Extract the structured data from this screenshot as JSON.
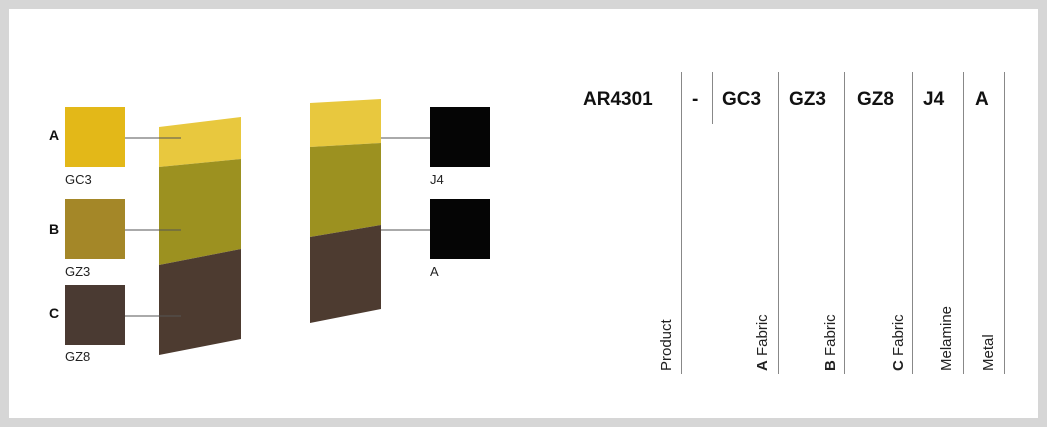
{
  "colors": {
    "gc3": "#e3b818",
    "gz3": "#a48728",
    "gz8": "#4a3a32",
    "j4": "#050505",
    "a": "#050505",
    "panel_yellow": "#e8c83e",
    "panel_olive": "#9c9120",
    "panel_brown": "#4d3b30"
  },
  "legend": {
    "rows": [
      {
        "letter": "A",
        "code": "GC3"
      },
      {
        "letter": "B",
        "code": "GZ3"
      },
      {
        "letter": "C",
        "code": "GZ8"
      }
    ],
    "right": [
      {
        "code": "J4"
      },
      {
        "code": "A"
      }
    ]
  },
  "code_table": {
    "product": "AR4301",
    "dash": "-",
    "codes": [
      "GC3",
      "GZ3",
      "GZ8",
      "J4",
      "A"
    ],
    "captions": [
      {
        "prefix": "",
        "text": "Product"
      },
      {
        "prefix": "A",
        "text": " Fabric"
      },
      {
        "prefix": "B",
        "text": " Fabric"
      },
      {
        "prefix": "C",
        "text": " Fabric"
      },
      {
        "prefix": "",
        "text": "Melamine"
      },
      {
        "prefix": "",
        "text": "Metal"
      }
    ]
  }
}
